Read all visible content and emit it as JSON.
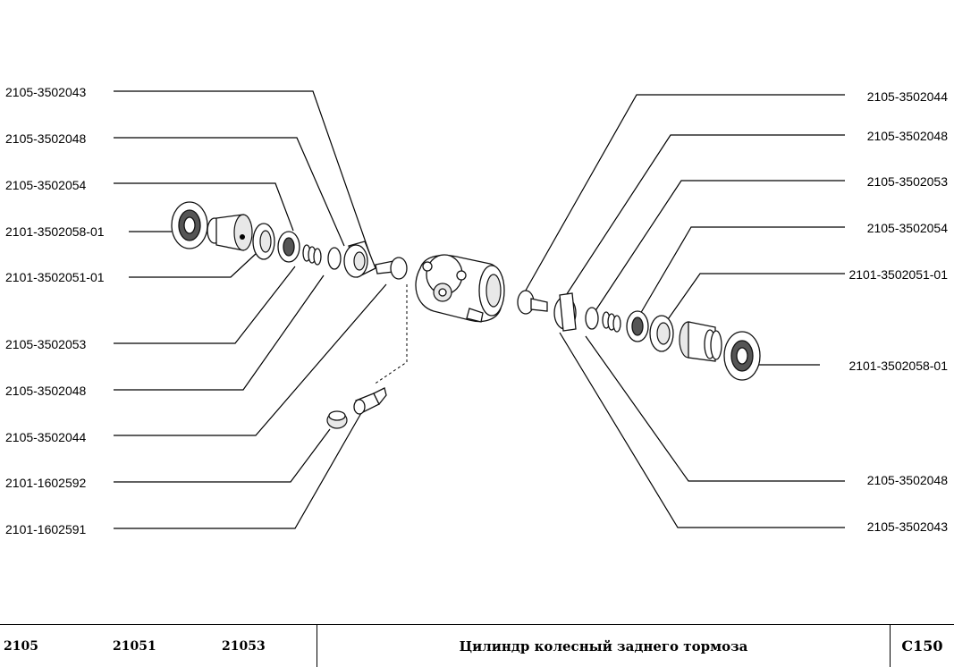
{
  "left_labels": [
    "2105-3502043",
    "2105-3502048",
    "2105-3502054",
    "2101-3502058-01",
    "2101-3502051-01",
    "2105-3502053",
    "2105-3502048",
    "2105-3502044",
    "2101-1602592",
    "2101-1602591"
  ],
  "right_labels": [
    "2105-3502044",
    "2105-3502048",
    "2105-3502053",
    "2105-3502054",
    "2101-3502051-01",
    "2101-3502058-01",
    "2105-3502048",
    "2105-3502043"
  ],
  "footer": {
    "models": [
      "2105",
      "21051",
      "21053"
    ],
    "title": "Цилиндр колесный заднего тормоза",
    "code": "C150"
  }
}
